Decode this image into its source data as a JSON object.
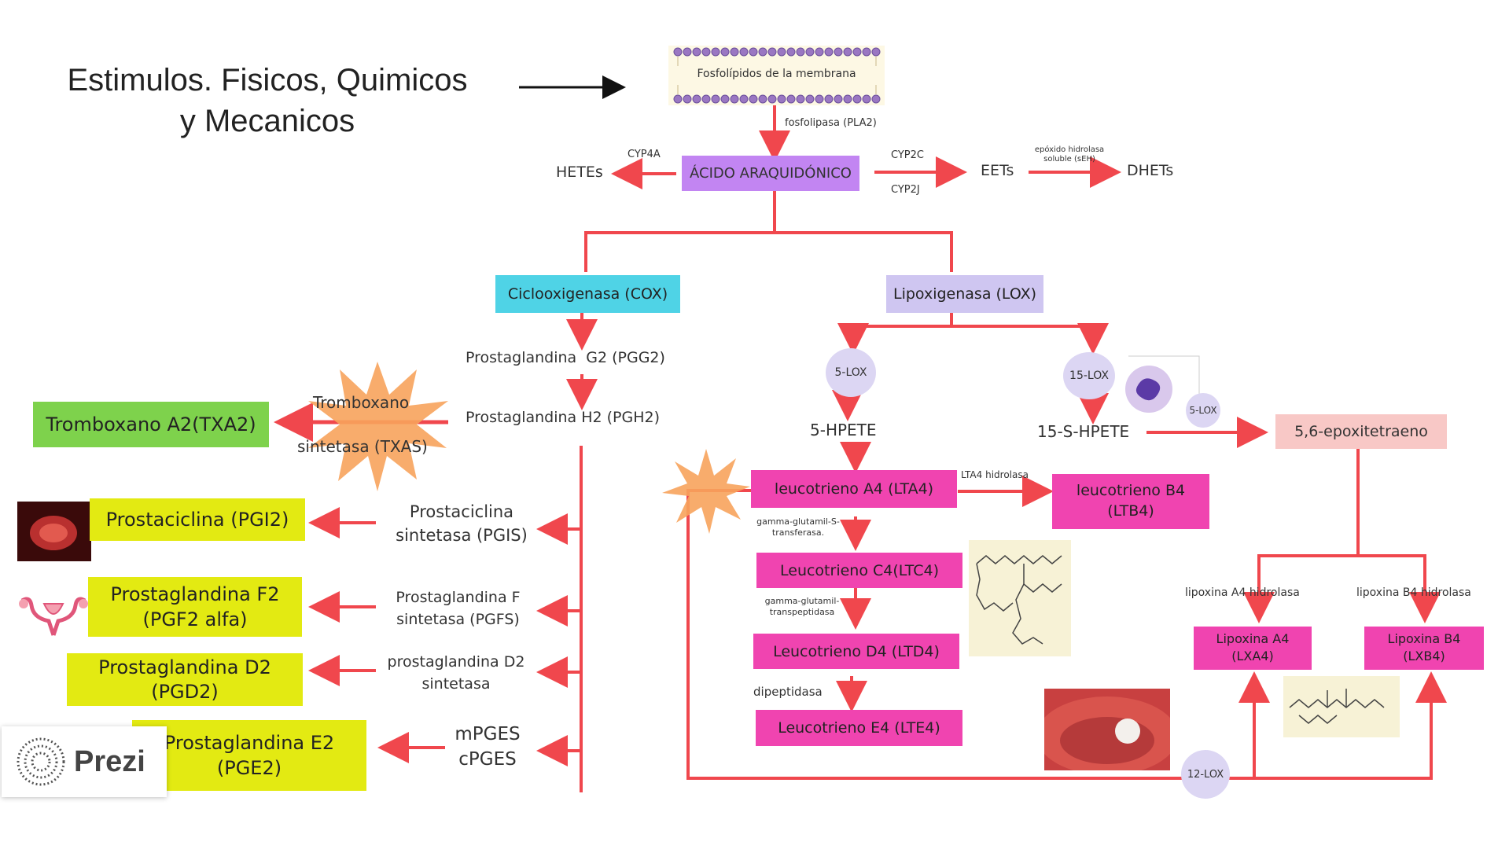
{
  "stimulus": {
    "line1": "Estimulos. Fisicos, Quimicos",
    "line2": "y Mecanicos"
  },
  "membrane": {
    "label": "Fosfolípidos de la membrana"
  },
  "enzymes_top": {
    "pla2": "fosfolipasa (PLA2)",
    "cyp4a": "CYP4A",
    "cyp2c": "CYP2C",
    "cyp2j": "CYP2J",
    "seh_line1": "epóxido hidrolasa",
    "seh_line2": "soluble (sEH)"
  },
  "nodes": {
    "arachidonic": "ÁCIDO ARAQUIDÓNICO",
    "hetes": "HETEs",
    "eets": "EETs",
    "dhets": "DHETs",
    "cox": "Ciclooxigenasa (COX)",
    "lox": "Lipoxigenasa (LOX)",
    "pgg2": "Prostaglandina  G2 (PGG2)",
    "pgh2": "Prostaglandina H2 (PGH2)",
    "txas_line1": "Tromboxano",
    "txas_line2": "sintetasa (TXAS)",
    "txa2": "Tromboxano A2(TXA2)",
    "pgis_line1": "Prostaciclina",
    "pgis_line2": "sintetasa (PGIS)",
    "pgi2": "Prostaciclina (PGI2)",
    "pgfs_line1": "Prostaglandina F",
    "pgfs_line2": "sintetasa (PGFS)",
    "pgf2_line1": "Prostaglandina F2",
    "pgf2_line2": "(PGF2 alfa)",
    "pgds_line1": "prostaglandina D2",
    "pgds_line2": "sintetasa",
    "pgd2_line1": "Prostaglandina D2",
    "pgd2_line2": "(PGD2)",
    "mpges": "mPGES",
    "cpges": "cPGES",
    "pge2_line1": "Prostaglandina E2",
    "pge2_line2": "(PGE2)",
    "lox5": "5-LOX",
    "lox15": "15-LOX",
    "lox5b": "5-LOX",
    "lox12": "12-LOX",
    "hpete5": "5-HPETE",
    "hpete15": "15-S-HPETE",
    "epox": "5,6-epoxitetraeno",
    "lta4": "leucotrieno A4 (LTA4)",
    "lta4h": "LTA4 hidrolasa",
    "ltb4_line1": "leucotrieno B4",
    "ltb4_line2": "(LTB4)",
    "ggt1_line1": "gamma-glutamil-S-",
    "ggt1_line2": "transferasa.",
    "ltc4": "Leucotrieno C4(LTC4)",
    "ggt2_line1": "gamma-glutamil-",
    "ggt2_line2": "transpeptidasa",
    "ltd4": "Leucotrieno D4 (LTD4)",
    "dipeptidasa": "dipeptidasa",
    "lte4": "Leucotrieno E4 (LTE4)",
    "lxa4h": "lipoxina A4 hidrolasa",
    "lxb4h": "lipoxina B4 hidrolasa",
    "lxa4_line1": "Lipoxina A4",
    "lxa4_line2": "(LXA4)",
    "lxb4_line1": "Lipoxina B4",
    "lxb4_line2": "(LXB4)"
  },
  "brand": {
    "name": "Prezi"
  },
  "colors": {
    "arrow": "#f0474d",
    "purple_box": "#c285f2",
    "lavender_box": "#cfc6f1",
    "cyan_box": "#4fd3e6",
    "green_box": "#7ed24c",
    "yellow_box": "#e3ea12",
    "magenta_box": "#f044b0",
    "pink_box": "#f8c8c6",
    "circle": "#dcd6f3"
  }
}
